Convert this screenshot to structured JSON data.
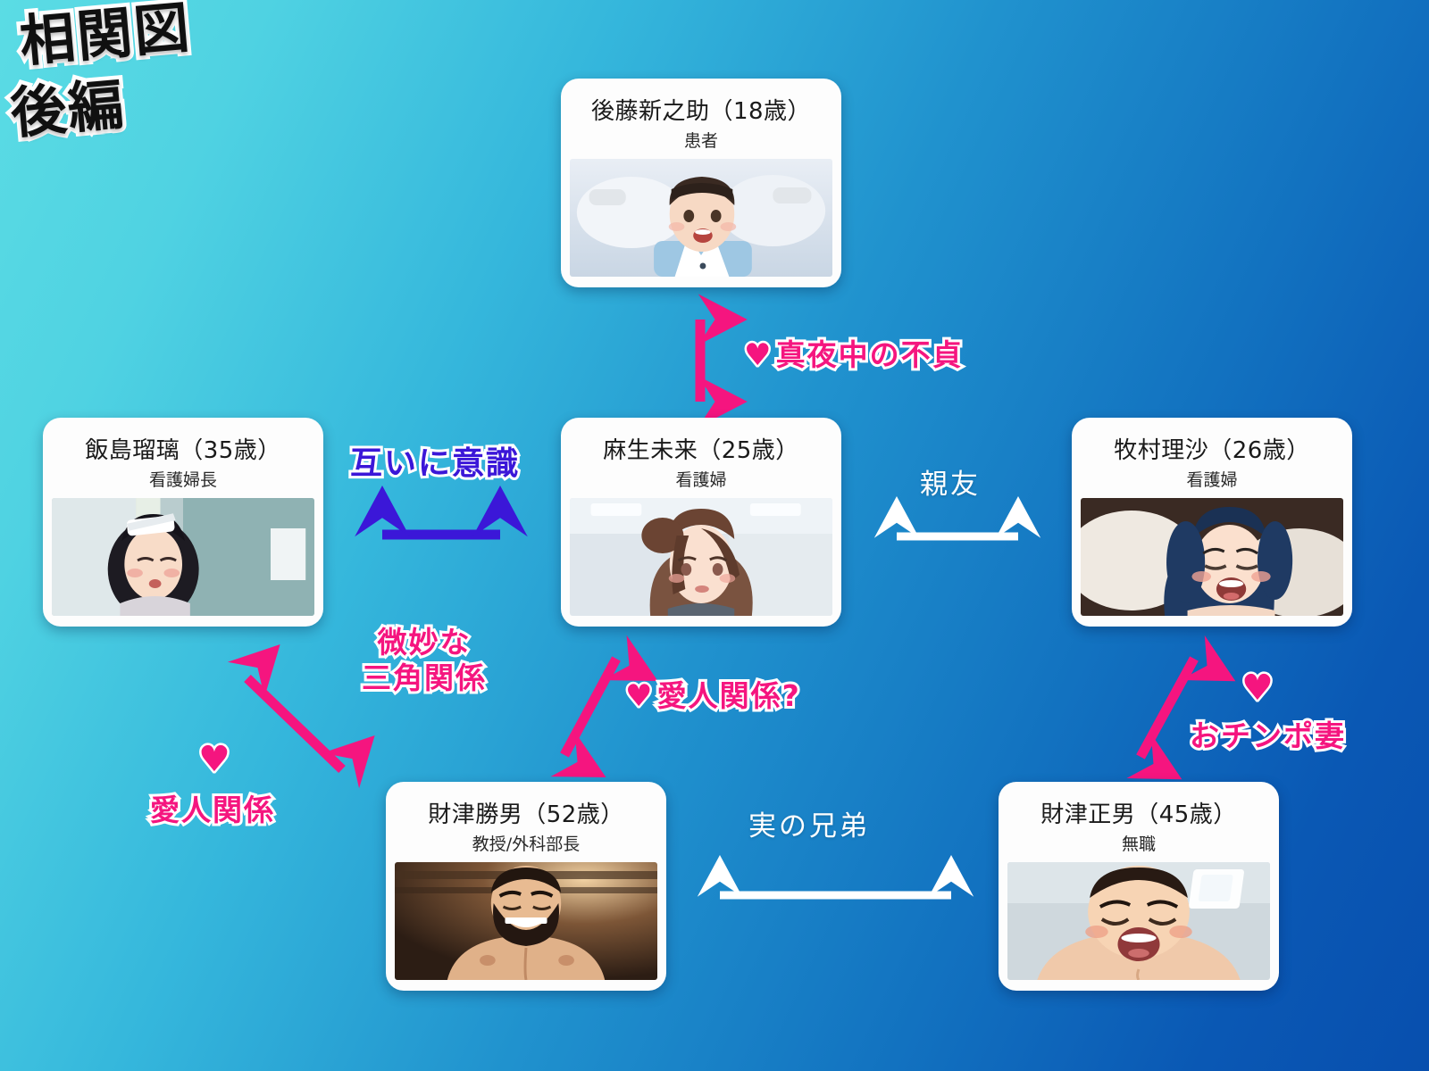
{
  "title": {
    "line1": "相関図",
    "line2": "後編"
  },
  "cards": {
    "goto": {
      "name": "後藤新之助（18歳）",
      "role": "患者"
    },
    "iijima": {
      "name": "飯島瑠璃（35歳）",
      "role": "看護婦長"
    },
    "asou": {
      "name": "麻生未来（25歳）",
      "role": "看護婦"
    },
    "makimura": {
      "name": "牧村理沙（26歳）",
      "role": "看護婦"
    },
    "zaitsu_katsuo": {
      "name": "財津勝男（52歳）",
      "role": "教授/外科部長"
    },
    "zaitsu_masao": {
      "name": "財津正男（45歳）",
      "role": "無職"
    }
  },
  "relations": {
    "midnight": {
      "heart": "♥",
      "text": "真夜中の不貞",
      "color": "#F5157F",
      "arrow": "vertical-double",
      "arrow_color": "#F5157F"
    },
    "mutual": {
      "text": "互いに意識",
      "color": "#3B17D8",
      "arrow": "horizontal-double",
      "arrow_color": "#3B17D8"
    },
    "best_friend": {
      "text": "親友",
      "color": "#FFFFFF",
      "arrow": "horizontal-double",
      "arrow_color": "#FFFFFF"
    },
    "triangle": {
      "line1": "微妙な",
      "line2": "三角関係",
      "color": "#F5157F",
      "arrow": "diagonal-double",
      "arrow_color": "#F5157F"
    },
    "lover_q": {
      "heart": "♥",
      "text": "愛人関係?",
      "color": "#F5157F",
      "arrow": "diagonal-double",
      "arrow_color": "#F5157F"
    },
    "lover": {
      "heart": "♥",
      "text": "愛人関係",
      "color": "#F5157F",
      "arrow": "diagonal-double",
      "arrow_color": "#F5157F"
    },
    "wife": {
      "heart": "♥",
      "text": "おチンポ妻",
      "color": "#F5157F",
      "arrow": "diagonal-double",
      "arrow_color": "#F5157F"
    },
    "brothers": {
      "text": "実の兄弟",
      "color": "#FFFFFF",
      "arrow": "horizontal-double",
      "arrow_color": "#FFFFFF"
    }
  },
  "background": {
    "from": "#5BDCE4",
    "to": "#084FAE"
  }
}
